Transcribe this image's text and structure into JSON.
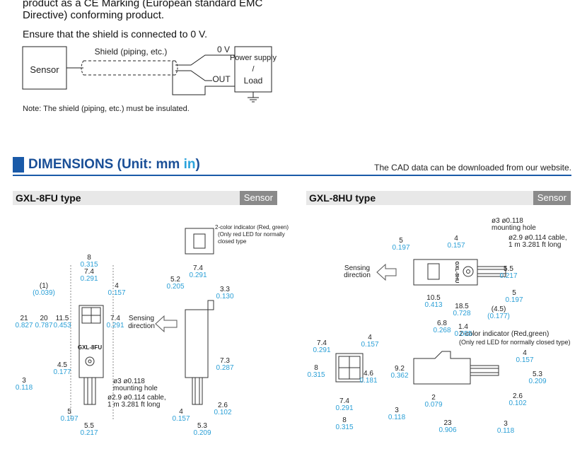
{
  "intro_lines": [
    "product as a CE Marking (European standard EMC",
    "Directive) conforming product."
  ],
  "ensure_text": "Ensure that the shield is connected to 0 V.",
  "wiring": {
    "sensor": "Sensor",
    "shield": "Shield (piping, etc.)",
    "zero_v": "0 V",
    "out": "OUT",
    "power_supply": "Power supply",
    "slash": "/",
    "load": "Load"
  },
  "note": "Note: The shield (piping, etc.) must be insulated.",
  "section": {
    "title_a": "DIMENSIONS (Unit: mm ",
    "title_b": "in",
    "title_c": ")"
  },
  "cad_note": "The CAD data can be downloaded from our website.",
  "left": {
    "type_name": "GXL-8FU type",
    "tag": "Sensor",
    "marking": "GXL-8FU",
    "indicator_lines": [
      "2-color indicator (Red, green)",
      "(Only red LED for normally",
      "closed type"
    ],
    "sensing": [
      "Sensing",
      "direction"
    ],
    "hole": [
      "ø3 ø0.118",
      "mounting hole"
    ],
    "cable": [
      "ø2.9 ø0.114 cable,",
      "1 m 3.281 ft long"
    ],
    "dims": [
      [
        "8",
        "0.315"
      ],
      [
        "7.4",
        "0.291"
      ],
      [
        "4",
        "0.157"
      ],
      [
        "(1)",
        "(0.039)"
      ],
      [
        "21",
        "0.827"
      ],
      [
        "20",
        "0.787"
      ],
      [
        "11.5",
        "0.453"
      ],
      [
        "7.4",
        "0.291"
      ],
      [
        "4.5",
        "0.177"
      ],
      [
        "3",
        "0.118"
      ],
      [
        "5",
        "0.197"
      ],
      [
        "5.5",
        "0.217"
      ],
      [
        "7.4",
        "0.291"
      ],
      [
        "5.2",
        "0.205"
      ],
      [
        "3.3",
        "0.130"
      ],
      [
        "7.3",
        "0.287"
      ],
      [
        "2.6",
        "0.102"
      ],
      [
        "4",
        "0.157"
      ],
      [
        "5.3",
        "0.209"
      ]
    ]
  },
  "right": {
    "type_name": "GXL-8HU type",
    "tag": "Sensor",
    "marking": "GXL-8HU",
    "hole": [
      "ø3 ø0.118",
      "mounting hole"
    ],
    "cable": [
      "ø2.9 ø0.114 cable,",
      "1 m 3.281 ft long"
    ],
    "sensing": [
      "Sensing",
      "direction"
    ],
    "indicator_lines": [
      "2-color indicator (Red,green)",
      "(Only red LED for normally closed type)"
    ],
    "dims": [
      [
        "5",
        "0.197"
      ],
      [
        "4",
        "0.157"
      ],
      [
        "5.5",
        "0.217"
      ],
      [
        "5",
        "0.197"
      ],
      [
        "10.5",
        "0.413"
      ],
      [
        "18.5",
        "0.728"
      ],
      [
        "(4.5)",
        "(0.177)"
      ],
      [
        "6.8",
        "0.268"
      ],
      [
        "1.4",
        "0.055"
      ],
      [
        "7.4",
        "0.291"
      ],
      [
        "4",
        "0.157"
      ],
      [
        "8",
        "0.315"
      ],
      [
        "4.6",
        "0.181"
      ],
      [
        "9.2",
        "0.362"
      ],
      [
        "4",
        "0.157"
      ],
      [
        "5.3",
        "0.209"
      ],
      [
        "2",
        "0.079"
      ],
      [
        "2.6",
        "0.102"
      ],
      [
        "7.4",
        "0.291"
      ],
      [
        "3",
        "0.118"
      ],
      [
        "8",
        "0.315"
      ],
      [
        "23",
        "0.906"
      ],
      [
        "3",
        "0.118"
      ]
    ]
  }
}
